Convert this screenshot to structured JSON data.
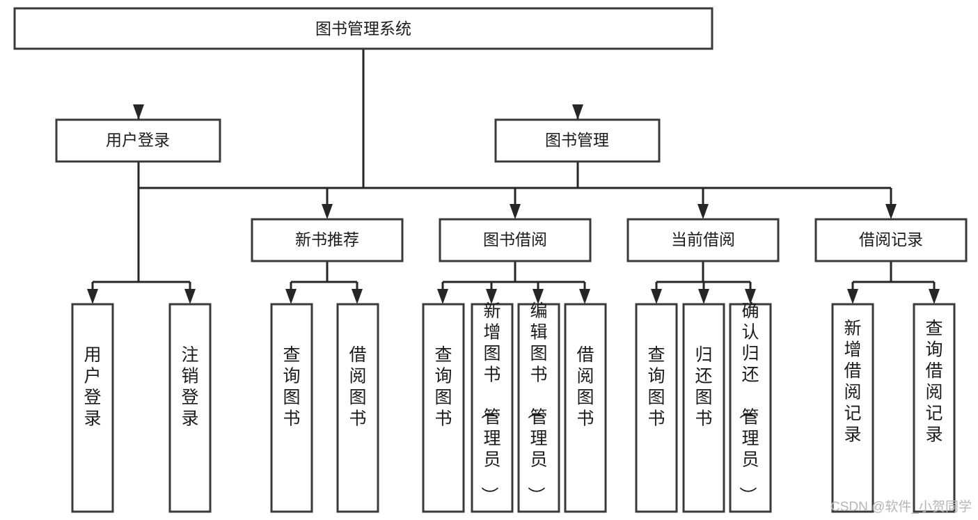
{
  "diagram": {
    "title": "图书管理系统",
    "type": "tree",
    "orientation": "top-down",
    "levels": 4,
    "colors": {
      "box_fill": "#ffffff",
      "box_stroke": "#3a3a3a",
      "connector": "#262626",
      "text": "#1b1b1b",
      "watermark": "#b6b6b6",
      "background": "#ffffff"
    }
  },
  "root": {
    "label": "图书管理系统"
  },
  "level2": [
    {
      "label": "用户登录"
    },
    {
      "label": "图书管理"
    }
  ],
  "level3": [
    {
      "label": "新书推荐"
    },
    {
      "label": "图书借阅"
    },
    {
      "label": "当前借阅"
    },
    {
      "label": "借阅记录"
    }
  ],
  "leaves": {
    "user_login": [
      {
        "label": "用户登录"
      },
      {
        "label": "注销登录"
      }
    ],
    "new_book_recommend": [
      {
        "label": "查询图书"
      },
      {
        "label": "借阅图书"
      }
    ],
    "book_borrow": [
      {
        "label": "查询图书"
      },
      {
        "label": "新增图书（管理员）"
      },
      {
        "label": "编辑图书（管理员）"
      },
      {
        "label": "借阅图书"
      }
    ],
    "current_borrow": [
      {
        "label": "查询图书"
      },
      {
        "label": "归还图书"
      },
      {
        "label": "确认归还（管理员）"
      }
    ],
    "borrow_record": [
      {
        "label": "新增借阅记录"
      },
      {
        "label": "查询借阅记录"
      }
    ]
  },
  "watermark": {
    "text": "CSDN @软件_小贺同学"
  }
}
